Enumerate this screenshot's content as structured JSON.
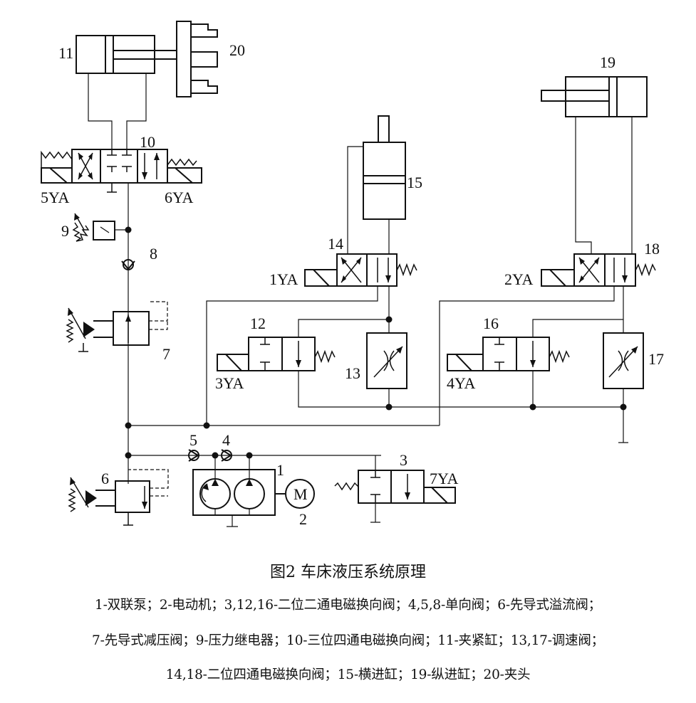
{
  "labels": {
    "n1": "1",
    "n2": "2",
    "n3": "3",
    "n4": "4",
    "n5": "5",
    "n6": "6",
    "n7": "7",
    "n8": "8",
    "n9": "9",
    "n10": "10",
    "n11": "11",
    "n12": "12",
    "n13": "13",
    "n14": "14",
    "n15": "15",
    "n16": "16",
    "n17": "17",
    "n18": "18",
    "n19": "19",
    "n20": "20",
    "ya1": "1YA",
    "ya2": "2YA",
    "ya3": "3YA",
    "ya4": "4YA",
    "ya5": "5YA",
    "ya6": "6YA",
    "ya7": "7YA",
    "motor": "M"
  },
  "caption": {
    "title": "图2 车床液压系统原理",
    "line1": "1-双联泵；2-电动机；3,12,16-二位二通电磁换向阀；4,5,8-单向阀；6-先导式溢流阀；",
    "line2": "7-先导式减压阀；9-压力继电器；10-三位四通电磁换向阀；11-夹紧缸；13,17-调速阀；",
    "line3": "14,18-二位四通电磁换向阀；15-横进缸；19-纵进缸；20-夹头"
  }
}
